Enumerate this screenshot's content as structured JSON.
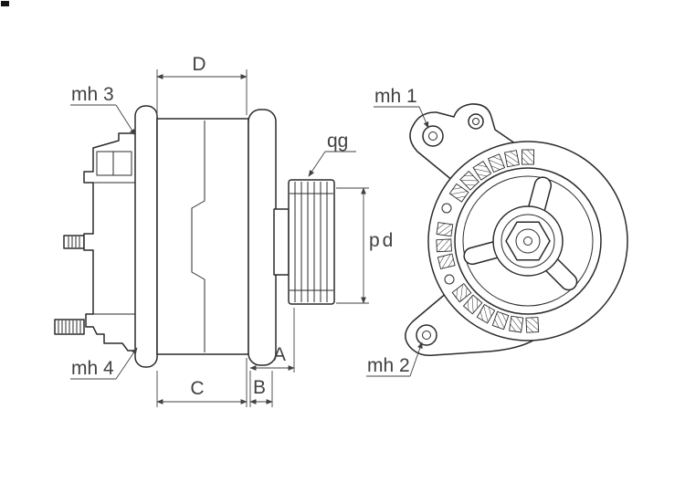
{
  "page": {
    "background": "#ffffff"
  },
  "drawing": {
    "line_color": "#2b2b2b",
    "label_color": "#414141",
    "labels": {
      "mh1": "mh 1",
      "mh2": "mh 2",
      "mh3": "mh 3",
      "mh4": "mh 4",
      "qg": "qg",
      "pd": "pd",
      "dim_a": "A",
      "dim_b": "B",
      "dim_c": "C",
      "dim_d": "D"
    }
  }
}
